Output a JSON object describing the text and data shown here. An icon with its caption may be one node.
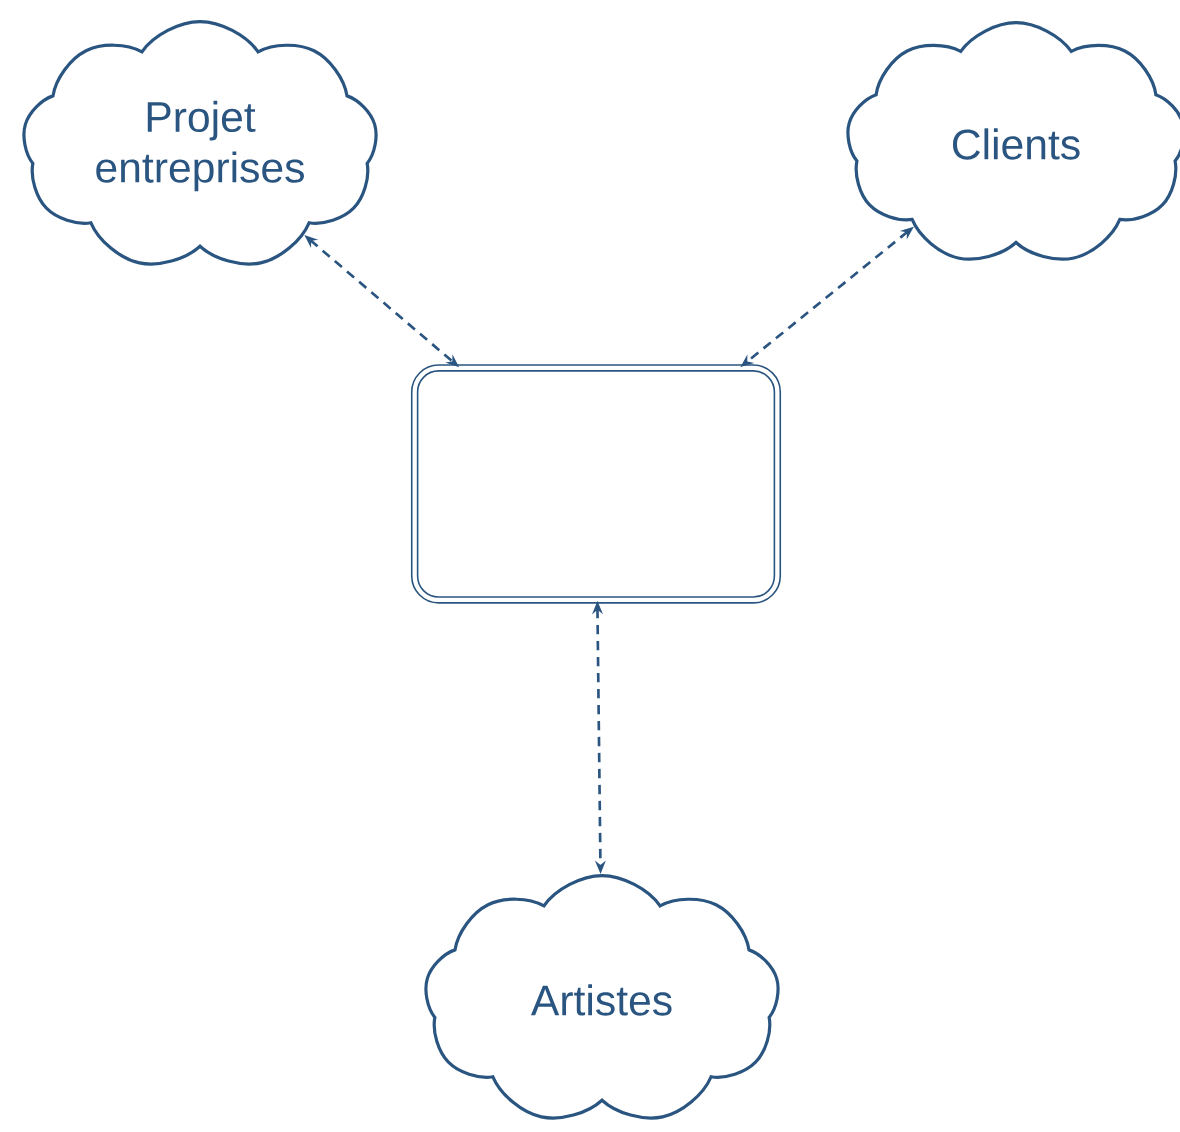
{
  "diagram": {
    "nodes": [
      {
        "text": [
          "Projet entreprises"
        ]
      },
      {
        "text": [
          "Clients"
        ]
      },
      {
        "text": [],
        "shape": "box"
      },
      {
        "text": [
          "Artistes"
        ]
      }
    ],
    "edges": [
      {
        "from": 0,
        "to": 2,
        "arrow": "both",
        "style": "dashed"
      },
      {
        "from": 1,
        "to": 2,
        "arrow": "both",
        "style": "dashed"
      },
      {
        "from": 2,
        "to": 3,
        "arrow": "both",
        "style": "dashed"
      }
    ]
  }
}
